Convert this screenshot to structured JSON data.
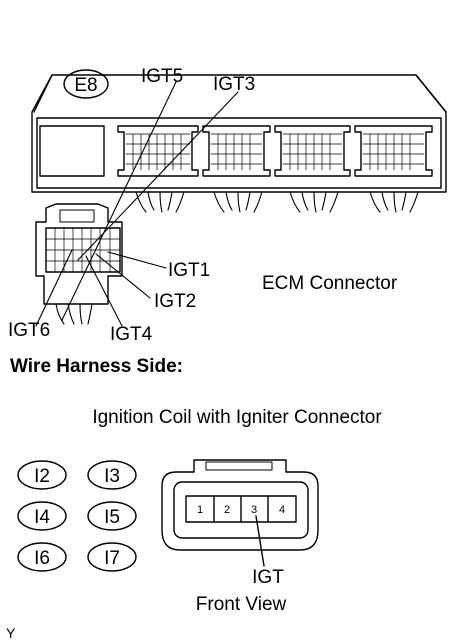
{
  "ecm_connector": {
    "code": "E8",
    "title": "ECM Connector",
    "pin_labels": {
      "igt5": "IGT5",
      "igt3": "IGT3",
      "igt1": "IGT1",
      "igt2": "IGT2",
      "igt6": "IGT6",
      "igt4": "IGT4"
    }
  },
  "wire_harness_side": "Wire Harness Side:",
  "ignition_coil": {
    "title": "Ignition Coil with Igniter Connector",
    "codes": [
      "I2",
      "I3",
      "I4",
      "I5",
      "I6",
      "I7"
    ],
    "pins": [
      "1",
      "2",
      "3",
      "4"
    ],
    "pin_label": "IGT",
    "view_label": "Front View"
  },
  "corner_mark": "Y"
}
